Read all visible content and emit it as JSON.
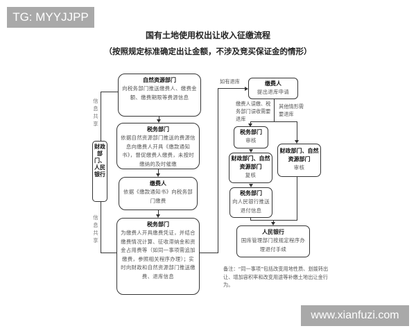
{
  "watermarks": {
    "top_left": "TG: MYYJJPP",
    "bottom_right": "www.xianfuzi.com"
  },
  "title": "国有土地使用权出让收入征缴流程",
  "subtitle": "（按照规定标准确定出让金额，不涉及竞买保证金的情形）",
  "left_flow": [
    {
      "heading": "自然资源部门",
      "body": "向税务部门推送缴费人、缴费金额、缴费期限等费源信息"
    },
    {
      "heading": "税务部门",
      "body": "依据自然资源部门推送的费源信息向缴费人开具《缴款通知书》，督促缴费人缴费，未按时缴纳的及时催缴"
    },
    {
      "heading": "缴费人",
      "body": "依据《缴款通知书》向税务部门缴费"
    },
    {
      "heading": "税务部门",
      "body": "为缴费人开具缴费凭证，并结合缴费情况计算、征收滞纳金和资金占用费等（如同一事项需追加缴费，参照相关程序办理）；实时向财政和自然资源部门推送缴费、退库信息"
    }
  ],
  "side": {
    "box_label": "财政部门、人民银行",
    "info_share_top": "信息共享",
    "info_share_bottom": "信息共享"
  },
  "refund_flow": {
    "trigger_label": "如有退库",
    "applicant": {
      "heading": "缴费人",
      "body": "提出退库申请"
    },
    "branch_left_label": "缴费人误缴、税务部门误收需要退库",
    "branch_right_label": "其他情形需要退库",
    "tax_review": {
      "heading": "税务部门",
      "body": "审核"
    },
    "finance_recheck": {
      "heading": "财政部门、自然资源部门",
      "body": "复核"
    },
    "tax_push": {
      "heading": "税务部门",
      "body": "向人民银行推送退付信息"
    },
    "finance_review": {
      "heading": "财政部门、自然资源部门",
      "body": "审核"
    },
    "bank": {
      "heading": "人民银行",
      "body": "国库管理部门按规定程序办理退付手续"
    }
  },
  "note": "备注：“同一事项”包括改变用地性质、划拨转出让、增加容积率和改变用途等补缴土地出让金行为。"
}
